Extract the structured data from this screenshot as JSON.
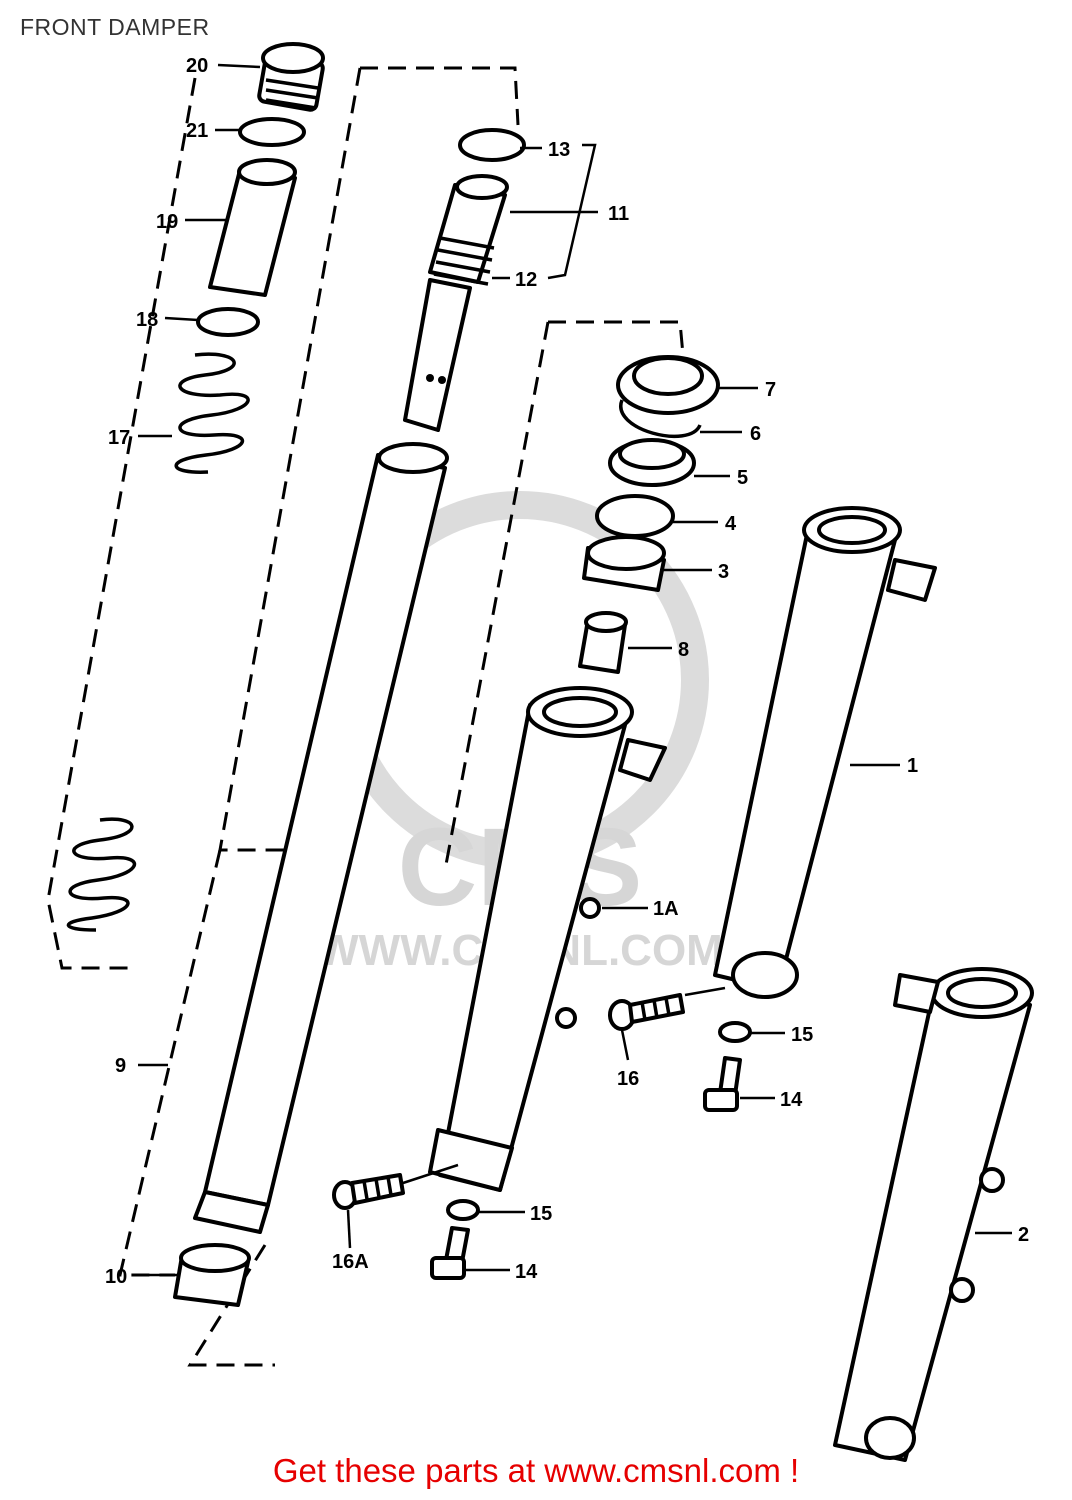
{
  "page": {
    "title": "FRONT DAMPER"
  },
  "watermark": {
    "brand": "CMS",
    "url": "WWW.CMSNL.COM"
  },
  "callouts": {
    "p1": "1",
    "p1a": "1A",
    "p2": "2",
    "p3": "3",
    "p4": "4",
    "p5": "5",
    "p6": "6",
    "p7": "7",
    "p8": "8",
    "p9": "9",
    "p10": "10",
    "p11": "11",
    "p12": "12",
    "p13": "13",
    "p14a": "14",
    "p14b": "14",
    "p15a": "15",
    "p15b": "15",
    "p16": "16",
    "p16a": "16A",
    "p17": "17",
    "p18": "18",
    "p19": "19",
    "p20": "20",
    "p21": "21"
  },
  "footer": {
    "link_text": "Get these parts at www.cmsnl.com !"
  },
  "colors": {
    "title": "#333333",
    "link": "#e60000",
    "line": "#000000",
    "watermark": "#d6d6d6"
  }
}
